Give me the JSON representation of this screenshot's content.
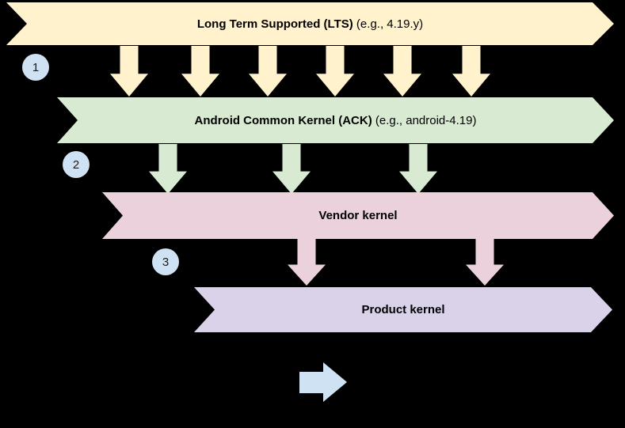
{
  "diagram": {
    "background": "#000000",
    "banners": [
      {
        "id": "lts",
        "bold": "Long Term Supported (LTS)",
        "rest": " (e.g., 4.19.y)",
        "fill": "#fff2cc"
      },
      {
        "id": "ack",
        "bold": "Android Common Kernel (ACK)",
        "rest": " (e.g., android-4.19)",
        "fill": "#d9ead3"
      },
      {
        "id": "vendor",
        "bold": "Vendor kernel",
        "rest": "",
        "fill": "#ead1dc"
      },
      {
        "id": "product",
        "bold": "Product kernel",
        "rest": "",
        "fill": "#d9d2e9"
      }
    ],
    "steps": [
      {
        "label": "1"
      },
      {
        "label": "2"
      },
      {
        "label": "3"
      }
    ],
    "step_badge_fill": "#cfe2f3",
    "arrow_groups": {
      "lts_to_ack_count": 6,
      "ack_to_vendor_count": 3,
      "vendor_to_product_count": 2
    },
    "timeline_arrow_fill": "#cfe2f3"
  }
}
